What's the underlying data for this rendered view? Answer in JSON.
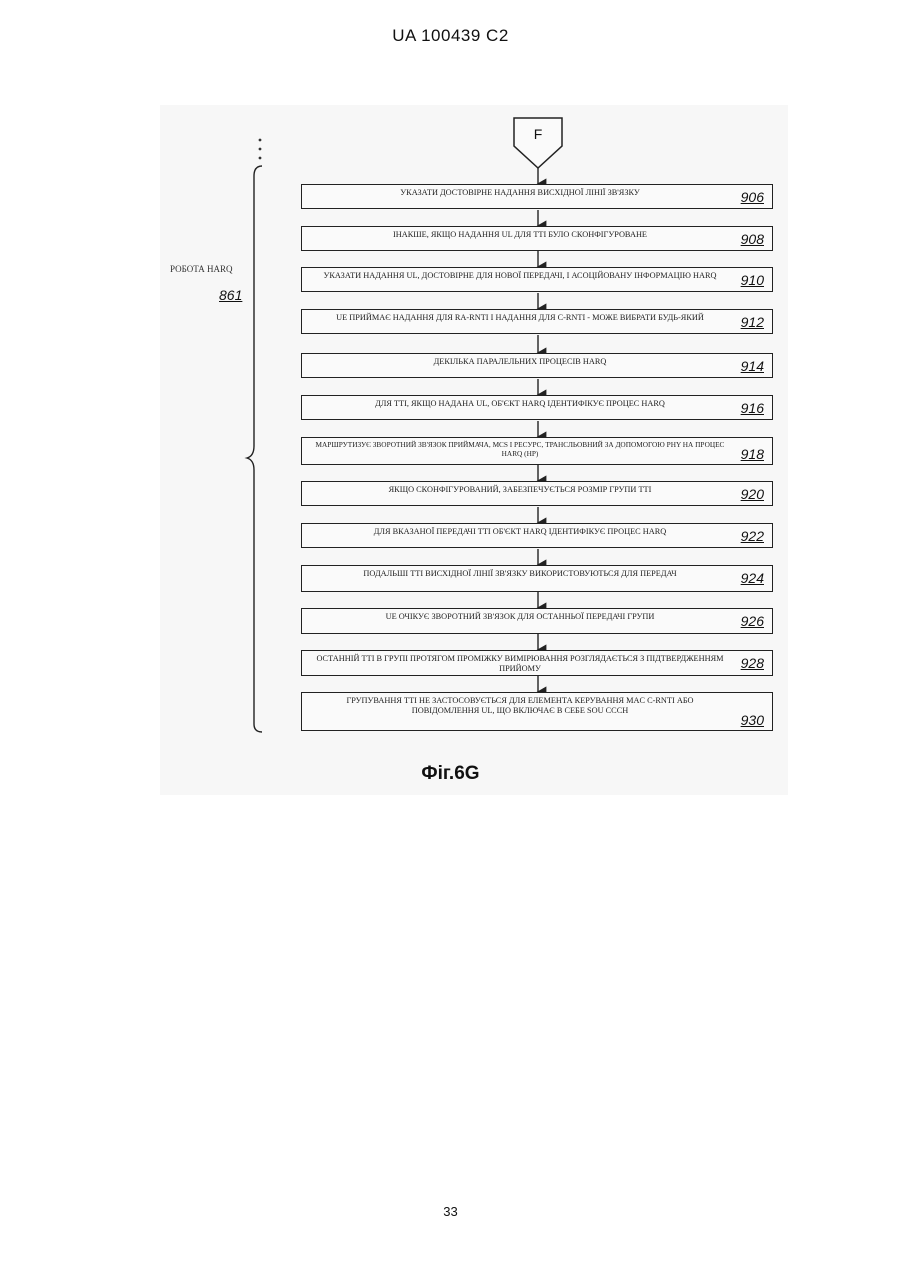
{
  "header": {
    "doc_id": "UA   100439   C2"
  },
  "connector": {
    "label": "F"
  },
  "side": {
    "label": "РОБОТА HARQ",
    "ref": "861"
  },
  "steps": [
    {
      "text": "Указати достовірне надання висхідної лінії зв'язку",
      "ref": "906"
    },
    {
      "text": "Інакше, якщо надання UL для TTI було сконфігуроване",
      "ref": "908"
    },
    {
      "text": "Указати надання UL, достовірне для нової передачі, і асоційовану інформацію HARQ",
      "ref": "910"
    },
    {
      "text": "UE приймає надання для RA-RNTI і надання для C-RNTI - може вибрати будь-який",
      "ref": "912"
    },
    {
      "text": "Декілька паралельних процесів HARQ",
      "ref": "914"
    },
    {
      "text": "Для TTI, якщо надана UL, об'єкт HARQ ідентифікує процес HARQ",
      "ref": "916"
    },
    {
      "text": "Маршрутизує зворотний зв'язок приймача, MCS і ресурс, трансльовний за допомогою PHY на процес HARQ (HP)",
      "ref": "918"
    },
    {
      "text": "Якщо сконфігурований, забезпечується розмір групи TTI",
      "ref": "920"
    },
    {
      "text": "Для вказаної передачі TTI об'єкт HARQ ідентифікує процес HARQ",
      "ref": "922"
    },
    {
      "text": "Подальші TTI висхідної лінії зв'язку використовуються для передач",
      "ref": "924"
    },
    {
      "text": "UE очікує зворотний зв'язок для останньої передачі групи",
      "ref": "926"
    },
    {
      "text": "Останній TTI в групі протягом проміжку вимірювання розглядається з підтвердженням прийому",
      "ref": "928"
    },
    {
      "text": "Групування TTI не застосовується для елемента керування MAC C-RNTI або повідомлення UL, що включає в себе SOU CCCH",
      "ref": "930"
    }
  ],
  "caption": "Фіг.6G",
  "page_number": "33"
}
